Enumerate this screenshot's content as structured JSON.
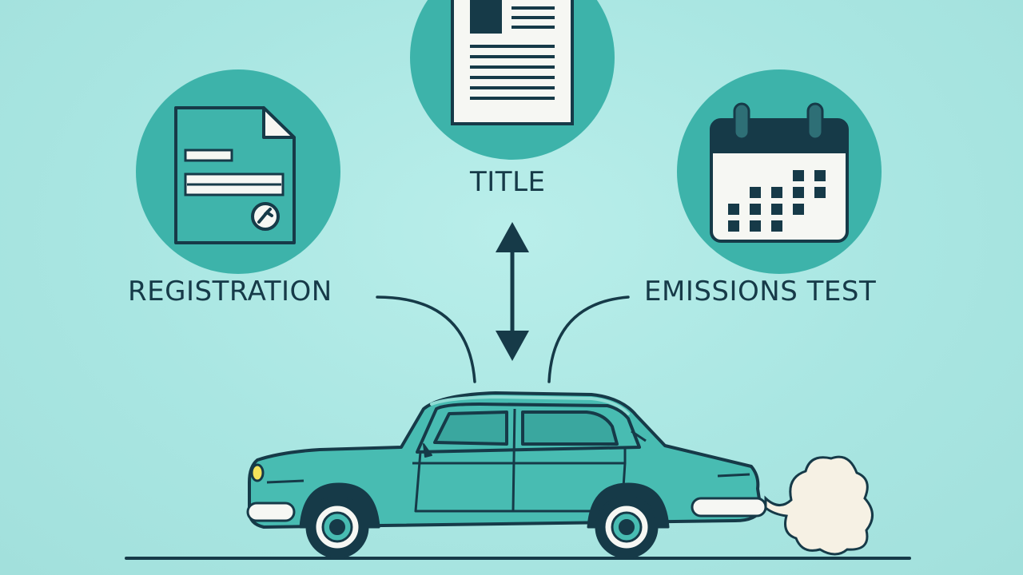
{
  "labels": {
    "title": "TITLE",
    "registration": "REGISTRATION",
    "emissions_test": "EMISSIONS TEST"
  },
  "colors": {
    "background": "#a9e6e2",
    "circle_teal": "#3db3aa",
    "car_body": "#48bcb2",
    "outline_dark": "#163a48",
    "paper": "#f6f7f3",
    "smoke": "#f6f1e4"
  },
  "icons": {
    "title_icon": "document-icon",
    "registration_icon": "certificate-document-icon",
    "emissions_icon": "calendar-icon",
    "vehicle": "sedan-car-icon",
    "exhaust": "exhaust-smoke-icon"
  }
}
